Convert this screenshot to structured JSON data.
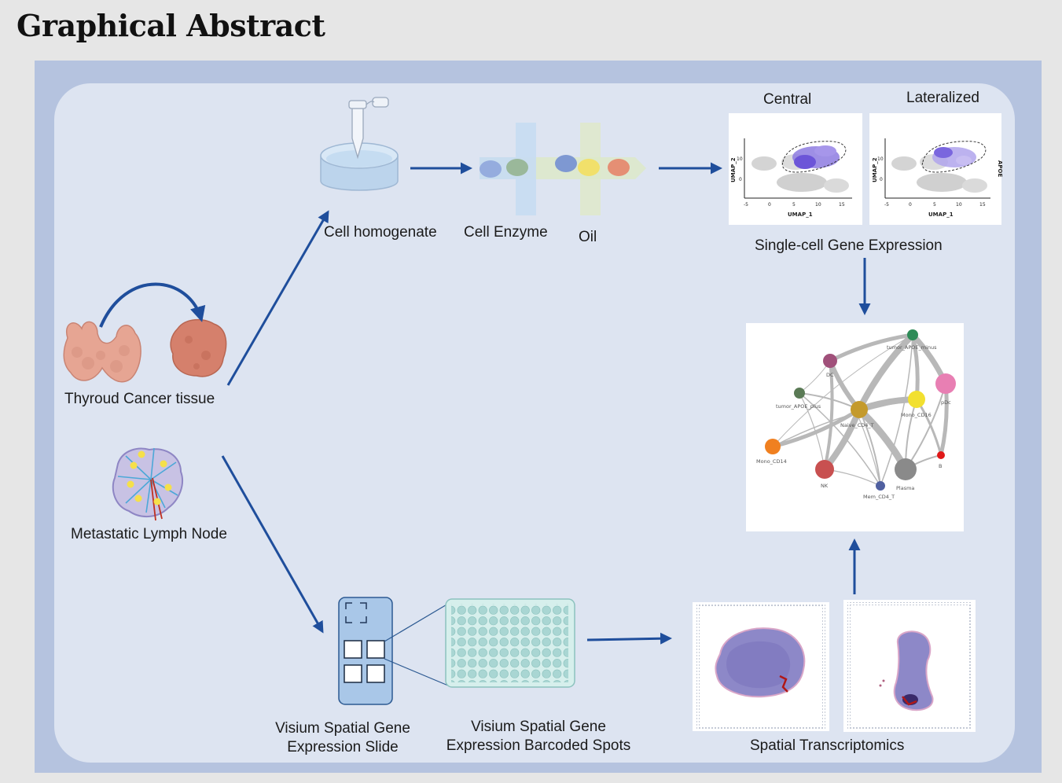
{
  "page_title": "Graphical Abstract",
  "labels": {
    "tissue": "Thyroud Cancer tissue",
    "lymph": "Metastatic Lymph Node",
    "cell_homogenate": "Cell homogenate",
    "cell_enzyme": "Cell Enzyme",
    "oil": "Oil",
    "central": "Central",
    "lateralized": "Lateralized",
    "sc_expression": "Single-cell Gene Expression",
    "visium_slide_1": "Visium Spatial Gene",
    "visium_slide_2": "Expression Slide",
    "visium_spots_1": "Visium Spatial Gene",
    "visium_spots_2": "Expression Barcoded Spots",
    "spatial": "Spatial Transcriptomics"
  },
  "umap": {
    "ylabel": "UMAP_2",
    "xlabel": "UMAP_1",
    "ytick_10": "10",
    "ytick_0": "0",
    "xticks": [
      "-5",
      "0",
      "5",
      "10",
      "15"
    ],
    "side_label": "APOE"
  },
  "network": {
    "nodes": [
      {
        "name": "tumor_APOE_minus",
        "color": "#2e8b57"
      },
      {
        "name": "DC",
        "color": "#a0507a"
      },
      {
        "name": "pDc",
        "color": "#e87fb3"
      },
      {
        "name": "tumor_APOE_plus",
        "color": "#5a7a55"
      },
      {
        "name": "Mono_CD16",
        "color": "#f2e030"
      },
      {
        "name": "Naive_CD4_T",
        "color": "#c49a2c"
      },
      {
        "name": "Mono_CD14",
        "color": "#f08020"
      },
      {
        "name": "B",
        "color": "#e01818"
      },
      {
        "name": "NK",
        "color": "#c85050"
      },
      {
        "name": "Plasma",
        "color": "#8a8a8a"
      },
      {
        "name": "Mem_CD4_T",
        "color": "#5060a0"
      }
    ]
  },
  "colors": {
    "arrow": "#1f4e9c",
    "frame": "#b5c3df",
    "panel": "#dde4f1"
  }
}
